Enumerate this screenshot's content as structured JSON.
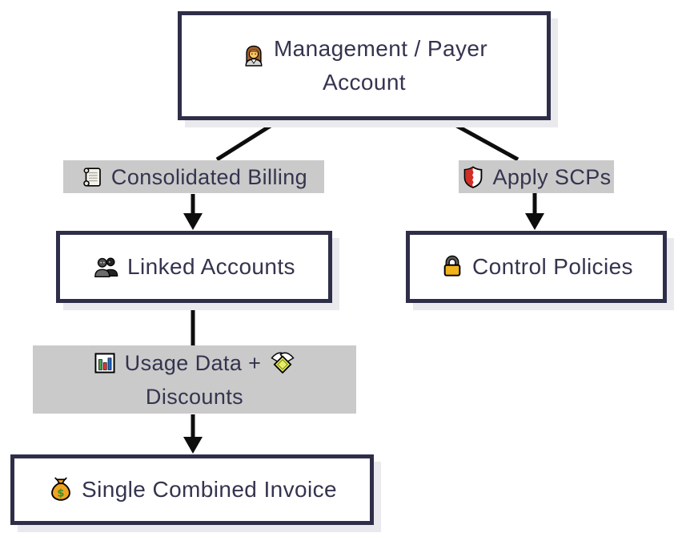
{
  "colors": {
    "box_border": "#2e2e48",
    "box_bg": "#ffffff",
    "text": "#34344f",
    "tag_bg": "#cacaca",
    "shadow": "#e9e9ee",
    "connector": "#0d0d0d",
    "page_bg": "#ffffff"
  },
  "diagram": {
    "nodes": {
      "management": {
        "label": "Management / Payer Account",
        "icon": "businesswoman-icon"
      },
      "linked": {
        "label": "Linked Accounts",
        "icon": "busts-in-silhouette-icon"
      },
      "control": {
        "label": "Control Policies",
        "icon": "lock-icon"
      },
      "invoice": {
        "label": "Single Combined Invoice",
        "icon": "money-bag-icon"
      }
    },
    "edge_labels": {
      "consolidated": {
        "label": "Consolidated Billing",
        "icon": "scroll-icon"
      },
      "apply_scps": {
        "label": "Apply SCPs",
        "icon": "shield-icon"
      },
      "usage": {
        "line1": "Usage Data +",
        "line2": "Discounts",
        "icons": [
          "bar-chart-icon",
          "money-with-wings-icon"
        ]
      }
    }
  }
}
